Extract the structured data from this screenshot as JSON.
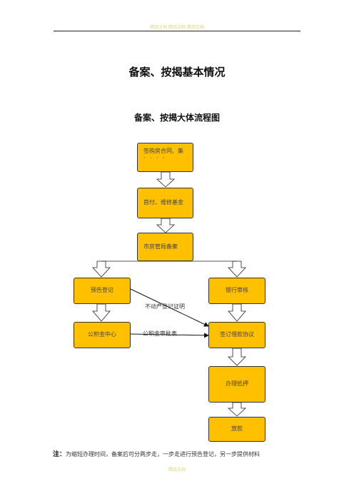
{
  "header": {
    "text": "精品文档 精品文档 精品文档"
  },
  "title": "备案、按揭基本情况",
  "subtitle": "备案、按揭大体流程图",
  "flowchart": {
    "nodes": {
      "contract": "签购房合同、集",
      "contract_more": "· · · ·",
      "downpayment": "首付、维修基金",
      "housing_bureau": "市房管局备案",
      "pre_registration": "预告登记",
      "bank_review": "银行审核",
      "provident_fund": "公积金中心",
      "loan_agreement": "签订借款协议",
      "mortgage": "办理抵押",
      "disbursement": "放款"
    },
    "edge_labels": {
      "property_certificate": "不动产登记证明",
      "fund_approval": "公积金审批表"
    }
  },
  "note": {
    "prefix": "注：",
    "text": "为缩短办理时间，备案后可分两步走，一步走进行预告登记，另一步提供材料"
  },
  "footer": {
    "text": "精品文档"
  },
  "colors": {
    "node_fill": "#ffc000",
    "node_border": "#333333"
  }
}
